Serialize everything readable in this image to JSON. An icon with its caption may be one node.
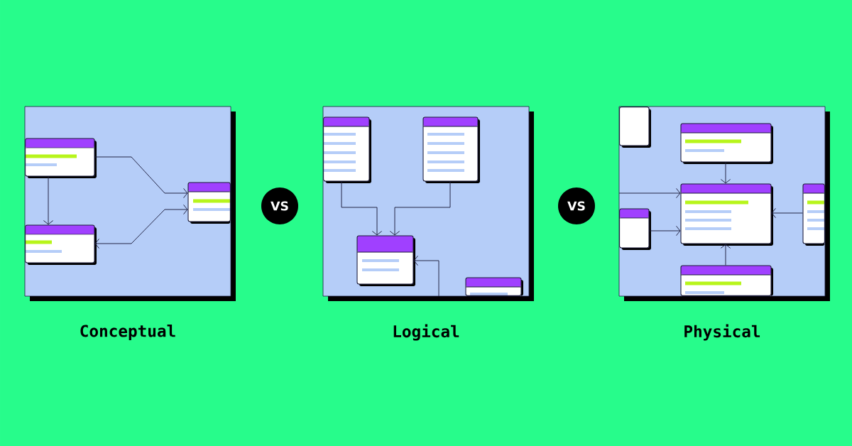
{
  "diagram": {
    "nodes": [
      {
        "text": [
          "Conceptual"
        ]
      },
      {
        "text": [],
        "shape": "box",
        "in": 0
      },
      {
        "text": [],
        "shape": "box",
        "in": 0
      },
      {
        "text": [],
        "shape": "box",
        "in": 0
      },
      {
        "text": [
          "VS"
        ]
      },
      {
        "text": [
          "Logical"
        ]
      },
      {
        "text": [],
        "shape": "box",
        "in": 5
      },
      {
        "text": [],
        "shape": "box",
        "in": 5
      },
      {
        "text": [],
        "shape": "box",
        "in": 5
      },
      {
        "text": [],
        "shape": "box",
        "in": 5
      },
      {
        "text": [
          "VS"
        ]
      },
      {
        "text": [
          "Physical"
        ]
      },
      {
        "text": [],
        "shape": "box",
        "in": 11
      },
      {
        "text": [],
        "shape": "box",
        "in": 11
      },
      {
        "text": [],
        "shape": "box",
        "in": 11
      },
      {
        "text": [],
        "shape": "box",
        "in": 11
      },
      {
        "text": [],
        "shape": "box",
        "in": 11
      },
      {
        "text": [],
        "shape": "box",
        "in": 11
      }
    ],
    "edges": [
      {
        "from": 1,
        "to": 2,
        "arrow": "to"
      },
      {
        "from": 1,
        "to": 3,
        "arrow": "to"
      },
      {
        "from": 2,
        "to": 3,
        "arrow": "both"
      },
      {
        "from": 6,
        "to": 8,
        "arrow": "to"
      },
      {
        "from": 7,
        "to": 8,
        "arrow": "to"
      },
      {
        "from": null,
        "to": 8,
        "arrow": "to"
      },
      {
        "from": 13,
        "to": 14,
        "arrow": "to"
      },
      {
        "from": null,
        "to": 14,
        "arrow": "to"
      },
      {
        "from": 16,
        "to": 14,
        "arrow": "to"
      },
      {
        "from": 15,
        "to": 14,
        "arrow": "to"
      },
      {
        "from": 17,
        "to": 14,
        "arrow": "to"
      }
    ]
  }
}
